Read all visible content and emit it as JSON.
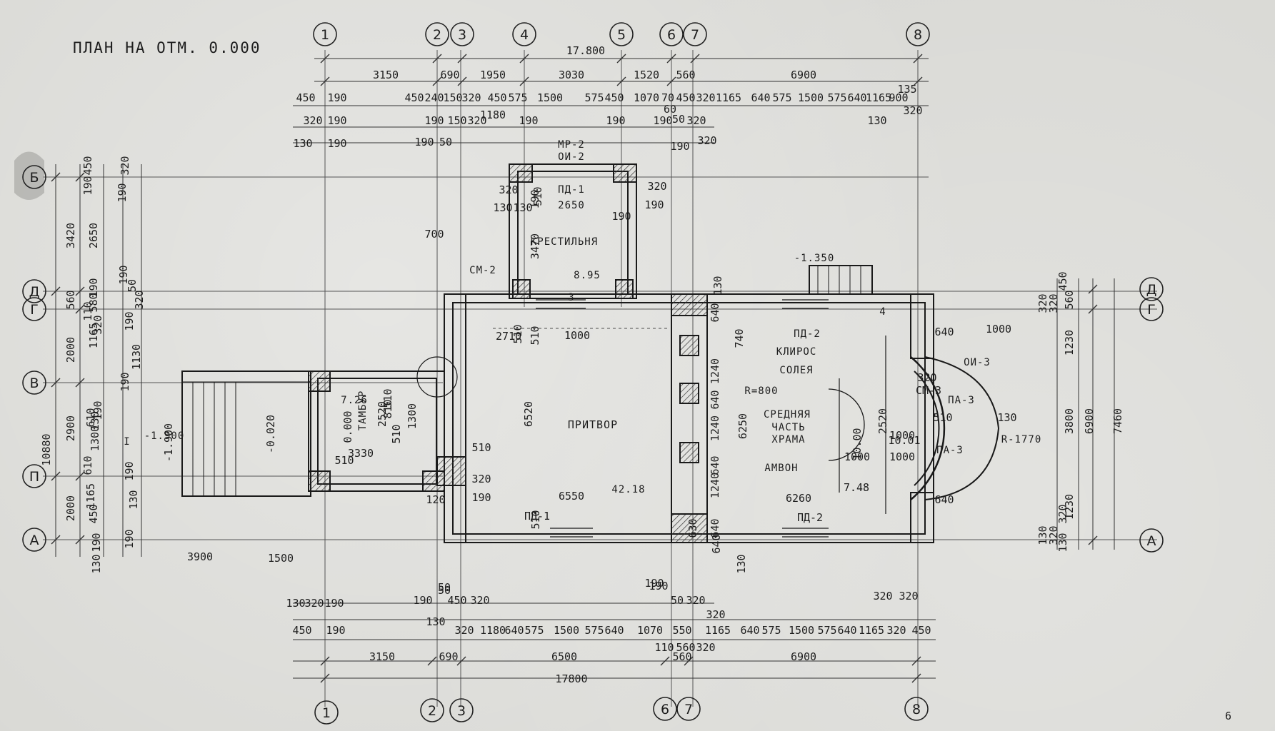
{
  "sheet": {
    "title": "ПЛАН НА ОТМ. 0.000",
    "page_number": "6"
  },
  "axes": {
    "top": [
      "1",
      "2",
      "3",
      "4",
      "5",
      "6",
      "7",
      "8"
    ],
    "bottom": [
      "1",
      "2",
      "3",
      "6",
      "7",
      "8"
    ],
    "left": [
      "Б",
      "Д",
      "Г",
      "В",
      "П",
      "А"
    ],
    "right": [
      "Д",
      "Г",
      "А"
    ]
  },
  "dimensions": {
    "top_total": "17.800",
    "top_chain": [
      "3150",
      "690",
      "1950",
      "3030",
      "1520",
      "560",
      "6900"
    ],
    "top_detail_1": [
      "450",
      "190",
      "450",
      "240",
      "150",
      "320",
      "450",
      "575",
      "1500",
      "575",
      "450",
      "1070",
      "70",
      "450",
      "320",
      "1165",
      "640",
      "575",
      "1500",
      "575",
      "640",
      "1165",
      "900",
      "135"
    ],
    "top_detail_2": [
      "320",
      "190",
      "190",
      "150",
      "320",
      "1180",
      "190",
      "190",
      "190",
      "60",
      "50",
      "320",
      "130",
      "320"
    ],
    "top_detail_3": [
      "130",
      "190",
      "190",
      "50",
      "190",
      "320"
    ],
    "bottom_total": "17800",
    "bottom_chain": [
      "3150",
      "690",
      "6500",
      "560",
      "6900"
    ],
    "bottom_detail_1": [
      "450",
      "190",
      "320",
      "1180",
      "640",
      "575",
      "1500",
      "575",
      "640",
      "1070",
      "550",
      "1165",
      "640",
      "575",
      "1500",
      "575",
      "640",
      "1165",
      "320",
      "450"
    ],
    "bottom_detail_2": [
      "130",
      "320",
      "190",
      "190",
      "50",
      "450",
      "320",
      "190",
      "50",
      "320",
      "320",
      "320",
      "320"
    ],
    "bottom_misc": [
      "50",
      "130",
      "190",
      "110",
      "560",
      "320"
    ],
    "left_total": "10880",
    "left_chain": [
      "3420",
      "560",
      "2000",
      "2900",
      "2000"
    ],
    "left_detail": [
      "450",
      "190",
      "2650",
      "190",
      "580",
      "110",
      "1165",
      "320",
      "190",
      "130",
      "610",
      "1300",
      "610",
      "1165",
      "450",
      "190",
      "130"
    ],
    "left_detail_b": [
      "320",
      "190",
      "190",
      "50",
      "320",
      "190",
      "1130",
      "190",
      "190",
      "130",
      "190"
    ],
    "right_chain": [
      "560",
      "1230",
      "3800",
      "1230"
    ],
    "right_totals": [
      "6900",
      "7460"
    ],
    "right_detail": [
      "320",
      "320",
      "450",
      "130",
      "320",
      "320",
      "130"
    ],
    "stair_dims": [
      "3900",
      "1500"
    ],
    "small_marks": [
      "700",
      "1000",
      "1000",
      "1000"
    ]
  },
  "rooms": {
    "baptistery": {
      "lines": [
        "МР-2",
        "ОИ-2",
        "ПД-1",
        "2650",
        "КРЕСТИЛЬНЯ"
      ],
      "area": "8.95",
      "dims": [
        "320",
        "130",
        "190",
        "510",
        "3470",
        "190",
        "320",
        "190",
        "130"
      ]
    },
    "narthex": {
      "name": "ПРИТВОР",
      "area": "42.18",
      "dims": [
        "2710",
        "510",
        "6520",
        "6550",
        "510",
        "510",
        "ПД-1"
      ]
    },
    "vestibule": {
      "name": "ТАМБУР",
      "area": "7.26",
      "dims": [
        "3330",
        "2520",
        "510",
        "1300",
        "810",
        "510",
        "0.000",
        "-0.020",
        "-1.900",
        "510",
        "510",
        "320",
        "190",
        "120"
      ]
    },
    "nave": {
      "lines": [
        "ПД-2",
        "КЛИРОС",
        "СОЛЕЯ",
        "R=800",
        "СРЕДНЯЯ",
        "ЧАСТЬ",
        "ХРАМА",
        "АМВОН"
      ],
      "dims": [
        "6250",
        "6260",
        "2520",
        "1000",
        "1000",
        "10.00",
        "10.01",
        "7.48",
        "ПД-2"
      ]
    },
    "apse": {
      "lines": [
        "ОИ-3",
        "ПА-3",
        "ПА-3",
        "R-1770"
      ],
      "dims": [
        "640",
        "510",
        "130",
        "640",
        "320",
        "СМ-3"
      ]
    },
    "column_row": {
      "dims": [
        "640",
        "1240",
        "640",
        "1240",
        "640",
        "1240",
        "640",
        "630",
        "640",
        "130",
        "740",
        "130"
      ]
    },
    "misc_labels": [
      "СМ-2",
      "-1.350",
      "-1.900",
      "I",
      "3",
      "4"
    ]
  }
}
